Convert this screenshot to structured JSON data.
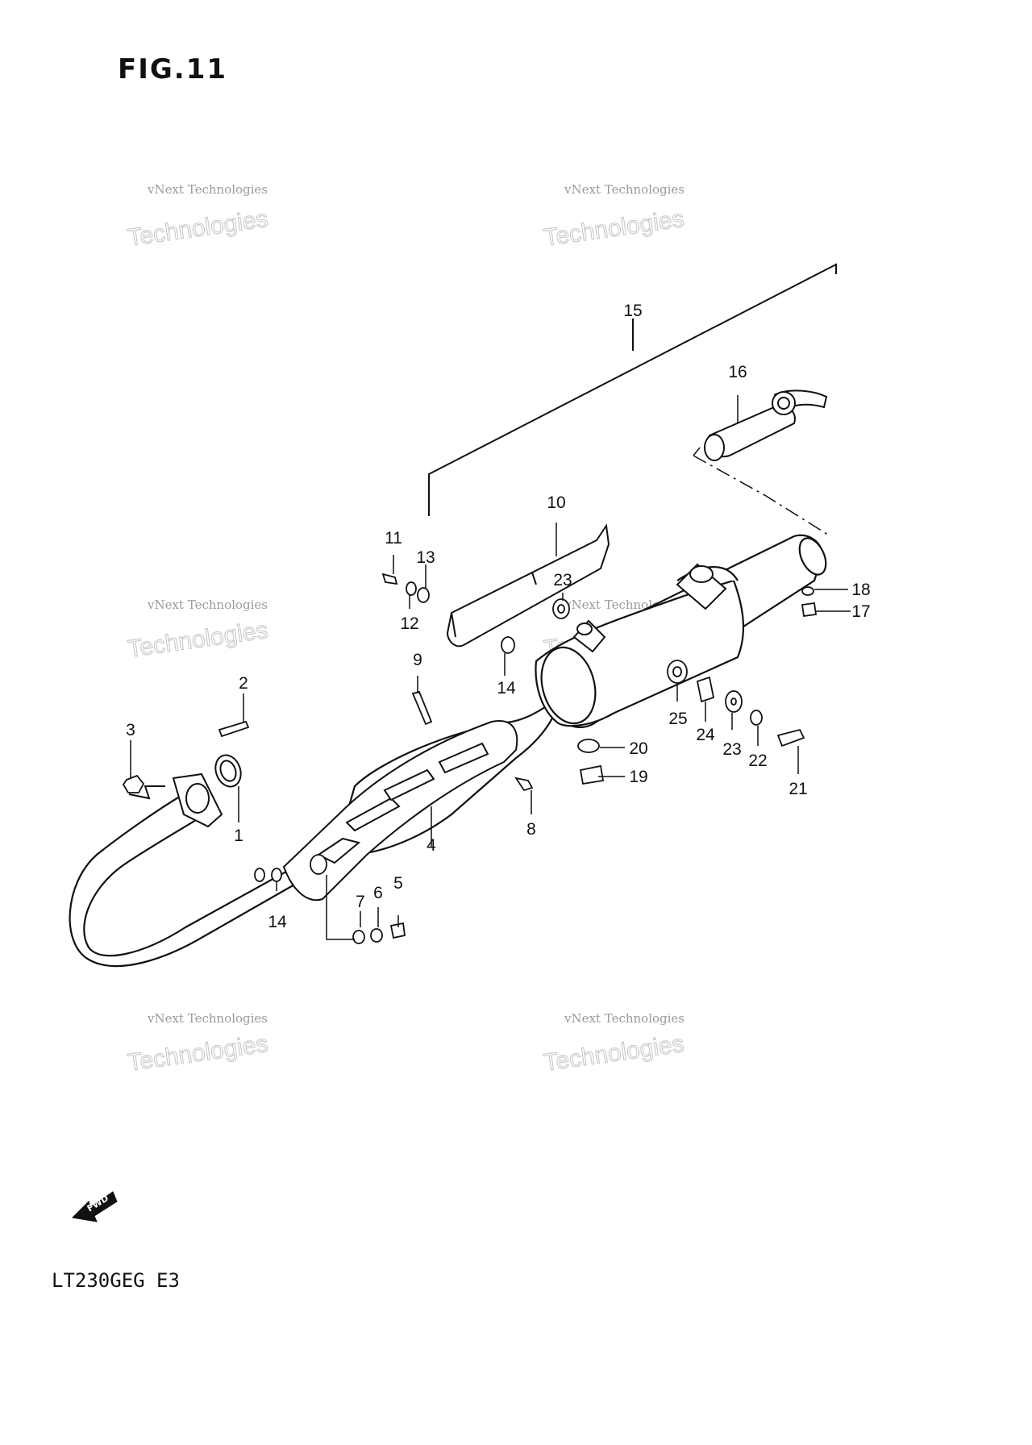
{
  "figure": {
    "title": "FIG.11",
    "model": "LT230GEG  E3"
  },
  "watermark": {
    "line": "vNext Technologies",
    "brand": "vNext",
    "big": "Technologies"
  },
  "fwd_label": "FWD",
  "callouts": {
    "c1": "1",
    "c2": "2",
    "c3": "3",
    "c4": "4",
    "c5": "5",
    "c6": "6",
    "c7": "7",
    "c8": "8",
    "c9": "9",
    "c10": "10",
    "c11": "11",
    "c12": "12",
    "c13": "13",
    "c14a": "14",
    "c14b": "14",
    "c15": "15",
    "c16": "16",
    "c17": "17",
    "c18": "18",
    "c19": "19",
    "c20": "20",
    "c21": "21",
    "c22": "22",
    "c23a": "23",
    "c23b": "23",
    "c24": "24",
    "c25": "25"
  }
}
